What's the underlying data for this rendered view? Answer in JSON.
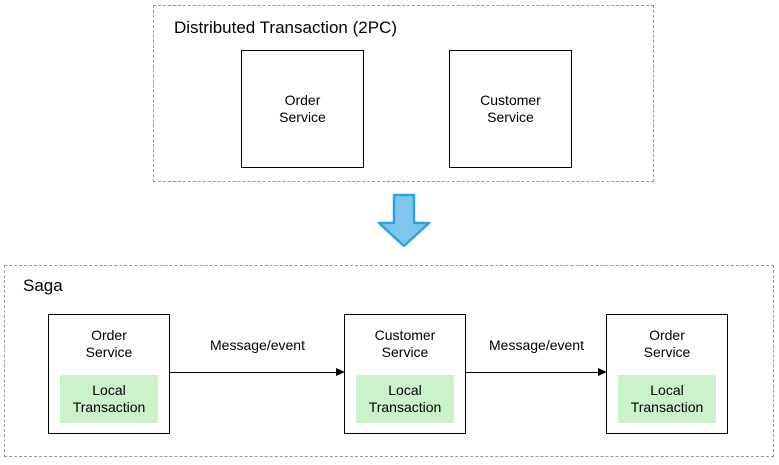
{
  "diagram": {
    "title_2pc": "Distributed Transaction (2PC)",
    "title_saga": "Saga",
    "groups": [
      {
        "name": "distributed-transaction-2pc",
        "label": "Distributed Transaction (2PC)",
        "boxes": [
          {
            "label": "Order\nService"
          },
          {
            "label": "Customer\nService"
          }
        ]
      },
      {
        "name": "saga",
        "label": "Saga",
        "boxes": [
          {
            "label": "Order\nService",
            "local": "Local\nTransaction"
          },
          {
            "label": "Customer\nService",
            "local": "Local\nTransaction"
          },
          {
            "label": "Order\nService",
            "local": "Local\nTransaction"
          }
        ]
      }
    ],
    "messages": [
      {
        "label": "Message/event"
      },
      {
        "label": "Message/event"
      }
    ],
    "transition_arrow": {
      "name": "down-arrow",
      "direction": "down",
      "fill": "#7FC6EE",
      "stroke": "#2BA3DF"
    },
    "colors": {
      "local_transaction_fill": "#CCF2CC",
      "box_stroke": "#000000",
      "group_stroke": "#999999",
      "background": "#FFFFFF",
      "text": "#000000"
    }
  }
}
